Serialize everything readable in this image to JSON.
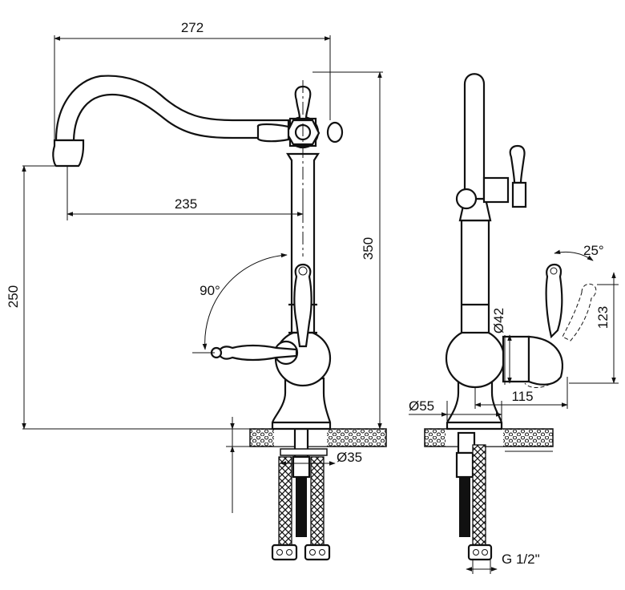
{
  "dimensions": {
    "total_width": "272",
    "spout_reach": "235",
    "total_height": "350",
    "spout_height": "250",
    "rotation_angle": "90°",
    "base_hole": "Ø35",
    "body_diameter": "Ø42",
    "handle_angle": "25°",
    "handle_height": "123",
    "handle_reach": "115",
    "base_diameter": "Ø55",
    "connection_thread": "G 1/2\""
  }
}
